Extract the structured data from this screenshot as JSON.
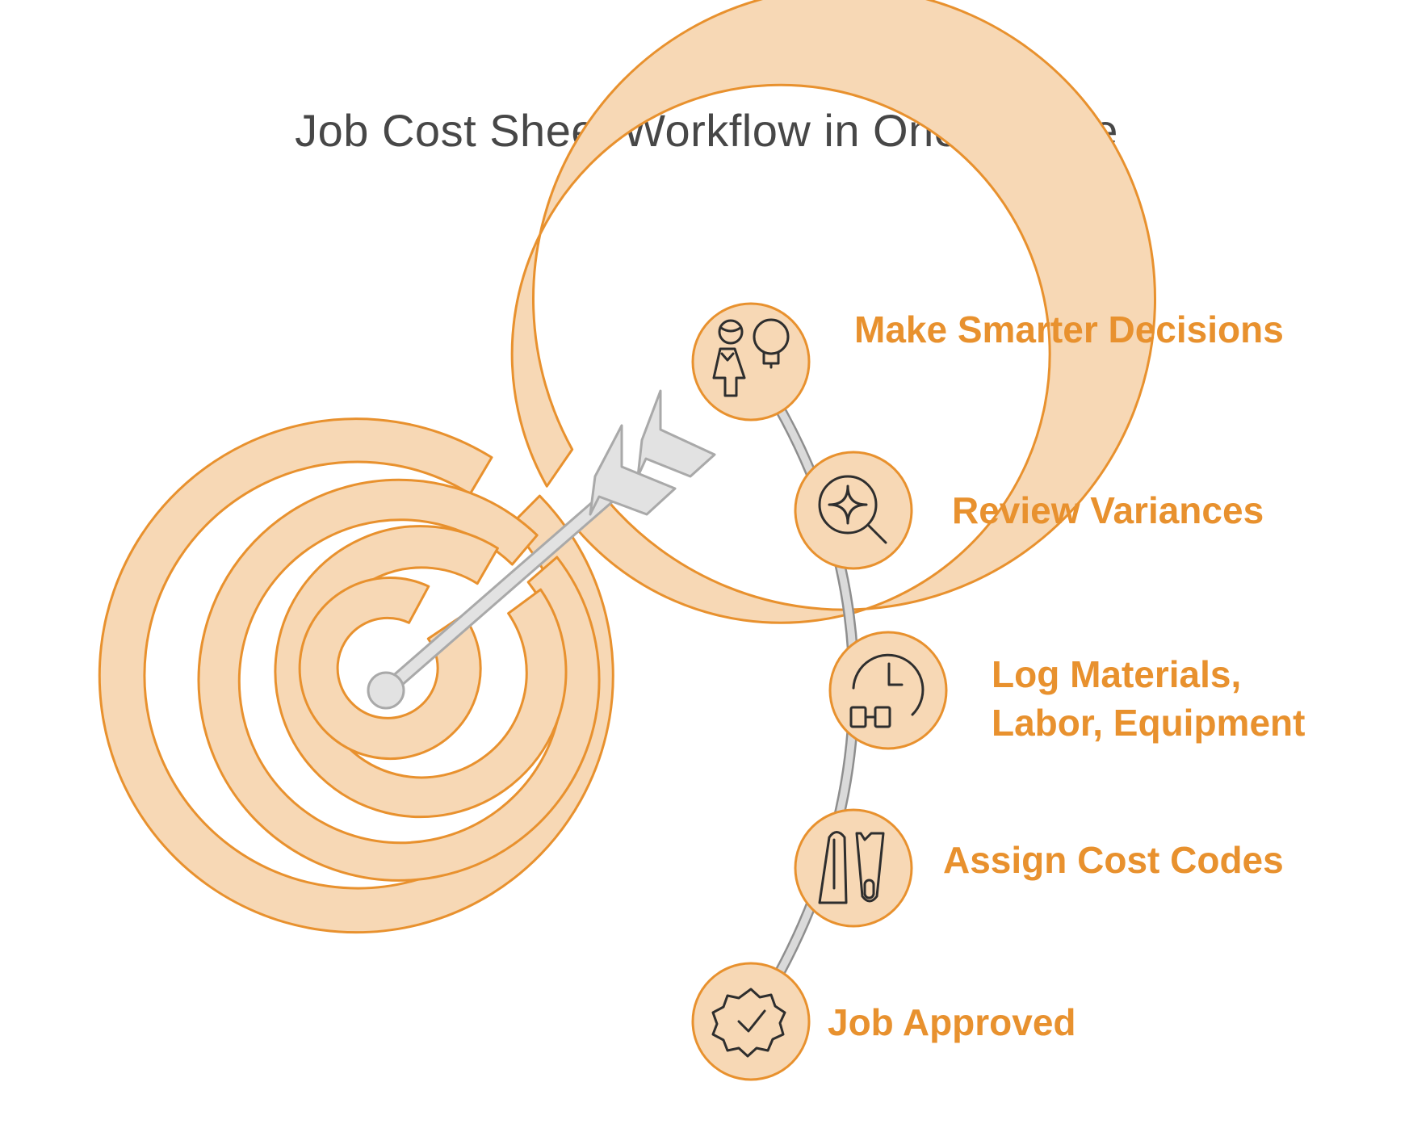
{
  "title": "Job Cost Sheet Workflow in One Glance",
  "colors": {
    "accent": "#E8912E",
    "fill": "#F7D8B5",
    "connector": "#B7B7B7",
    "arrow": "#DCDCDC",
    "icon": "#2E2E2E",
    "title": "#474747"
  },
  "steps": [
    {
      "label": "Make Smarter Decisions",
      "icon": "person-lightbulb-icon"
    },
    {
      "label": "Review Variances",
      "icon": "magnifier-sparkle-icon"
    },
    {
      "label": "Log Materials, Labor, Equipment",
      "label_line1": "Log Materials,",
      "label_line2": "Labor, Equipment",
      "icon": "clock-equipment-icon"
    },
    {
      "label": "Assign Cost Codes",
      "icon": "cost-codes-icon"
    },
    {
      "label": "Job Approved",
      "icon": "approved-badge-icon"
    }
  ]
}
